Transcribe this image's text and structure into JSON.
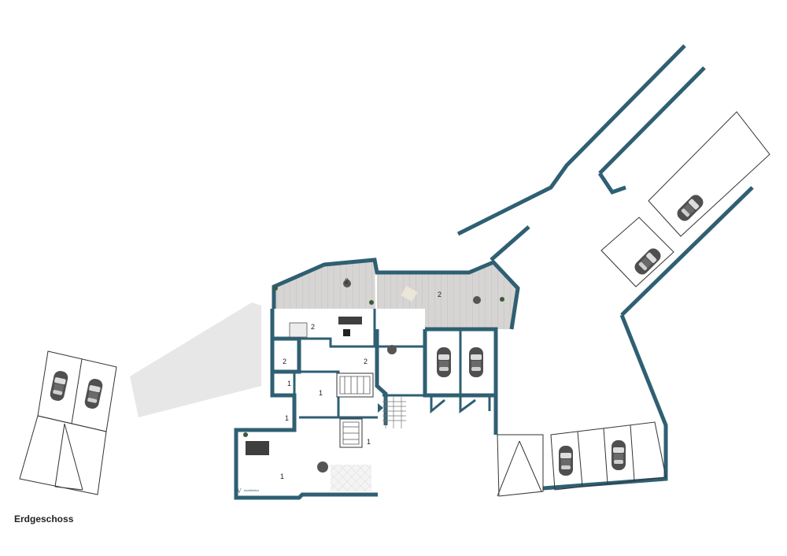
{
  "floor_label": "Erdgeschoss",
  "rooms": [
    {
      "id": "terrace-left",
      "label": "2"
    },
    {
      "id": "terrace-right",
      "label": "2"
    },
    {
      "id": "bedroom",
      "label": "2"
    },
    {
      "id": "bath-2",
      "label": "2"
    },
    {
      "id": "wc-1",
      "label": "1"
    },
    {
      "id": "living-upper",
      "label": "2"
    },
    {
      "id": "hall",
      "label": "1"
    },
    {
      "id": "storage",
      "label": "1"
    },
    {
      "id": "stair-lower",
      "label": "1"
    },
    {
      "id": "living-lower",
      "label": "1"
    }
  ],
  "logo_text": "Architektur",
  "colors": {
    "wall": "#2f5f73",
    "terrace": "#cfcfcf",
    "paving": "#e9e9e9",
    "car": "#4a4a4a"
  }
}
